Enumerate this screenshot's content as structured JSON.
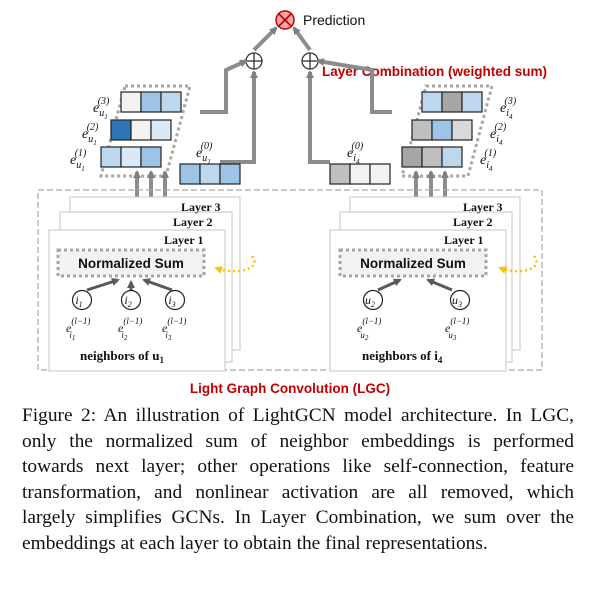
{
  "diagram": {
    "prediction_label": "Prediction",
    "layer_combination_label": "Layer Combination (weighted sum)",
    "lgc_label": "Light Graph Convolution (LGC)",
    "colors": {
      "accent_red": "#c00000",
      "arrow_gray": "#7f7f7f",
      "dashed_gray": "#a6a6a6",
      "cell_light_blue": "#bdd7ee",
      "cell_mid_blue": "#9dc3e6",
      "cell_dark_blue": "#2e75b6",
      "cell_gray": "#bfbfbf",
      "cell_dark_gray": "#a6a6a6",
      "dotted_yellow": "#ffc000"
    },
    "left": {
      "layer_labels": [
        "Layer 3",
        "Layer 2",
        "Layer 1"
      ],
      "normalized_sum_label": "Normalized Sum",
      "neighbors_label": "neighbors of u",
      "neighbors_sub": "1",
      "nodes": [
        {
          "letter": "i",
          "sub": "1"
        },
        {
          "letter": "i",
          "sub": "2"
        },
        {
          "letter": "i",
          "sub": "3"
        }
      ],
      "neighbor_embeddings": [
        {
          "sub": "i1",
          "sup": "(l−1)"
        },
        {
          "sub": "i2",
          "sup": "(l−1)"
        },
        {
          "sub": "i3",
          "sup": "(l−1)"
        }
      ],
      "embedding_labels": [
        {
          "base": "e",
          "sub": "u1",
          "sup": "(3)"
        },
        {
          "base": "e",
          "sub": "u1",
          "sup": "(2)"
        },
        {
          "base": "e",
          "sub": "u1",
          "sup": "(1)"
        },
        {
          "base": "e",
          "sub": "u1",
          "sup": "(0)"
        }
      ]
    },
    "right": {
      "layer_labels": [
        "Layer 3",
        "Layer 2",
        "Layer 1"
      ],
      "normalized_sum_label": "Normalized Sum",
      "neighbors_label": "neighbors of i",
      "neighbors_sub": "4",
      "nodes": [
        {
          "letter": "u",
          "sub": "2"
        },
        {
          "letter": "u",
          "sub": "3"
        }
      ],
      "neighbor_embeddings": [
        {
          "sub": "u2",
          "sup": "(l−1)"
        },
        {
          "sub": "u3",
          "sup": "(l−1)"
        }
      ],
      "embedding_labels": [
        {
          "base": "e",
          "sub": "i4",
          "sup": "(3)"
        },
        {
          "base": "e",
          "sub": "i4",
          "sup": "(2)"
        },
        {
          "base": "e",
          "sub": "i4",
          "sup": "(1)"
        },
        {
          "base": "e",
          "sub": "i4",
          "sup": "(0)"
        }
      ]
    }
  },
  "caption": {
    "figure_label": "Figure 2:",
    "text": "An illustration of LightGCN model architecture. In LGC, only the normalized sum of neighbor embeddings is performed towards next layer; other operations like self-connection, feature transformation, and nonlinear activation are all removed, which largely simplifies GCNs. In Layer Combination, we sum over the embeddings at each layer to obtain the final representations."
  }
}
